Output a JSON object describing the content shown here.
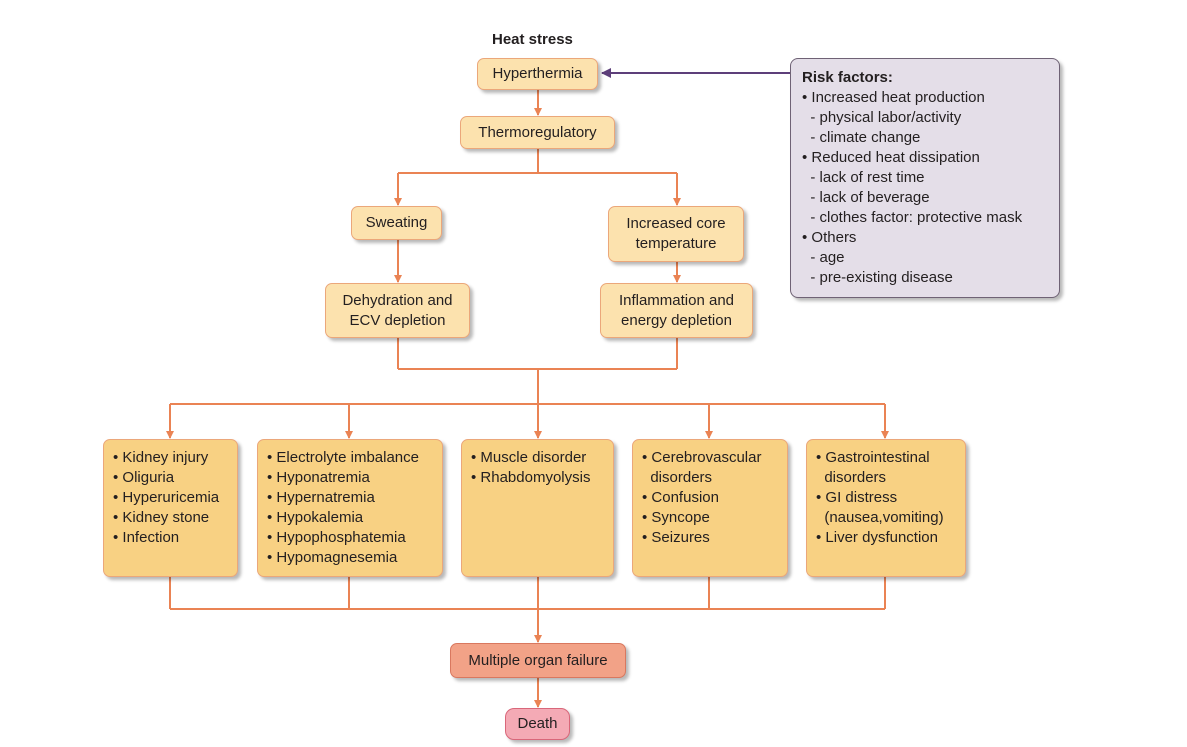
{
  "title": "Heat stress",
  "nodes": {
    "hyperthermia": "Hyperthermia",
    "thermoregulatory": "Thermoregulatory",
    "sweating": "Sweating",
    "core_temp": [
      "Increased core",
      "temperature"
    ],
    "dehydration": [
      "Dehydration and",
      "ECV depletion"
    ],
    "inflammation": [
      "Inflammation and",
      "energy depletion"
    ],
    "organ_failure": "Multiple organ failure",
    "death": "Death"
  },
  "outcomes": [
    [
      "• Kidney injury",
      "• Oliguria",
      "• Hyperuricemia",
      "• Kidney stone",
      "• Infection"
    ],
    [
      "• Electrolyte imbalance",
      "• Hyponatremia",
      "• Hypernatremia",
      "• Hypokalemia",
      "• Hypophosphatemia",
      "• Hypomagnesemia"
    ],
    [
      "• Muscle disorder",
      "• Rhabdomyolysis"
    ],
    [
      "• Cerebrovascular",
      "  disorders",
      "• Confusion",
      "• Syncope",
      "• Seizures"
    ],
    [
      "• Gastrointestinal",
      "  disorders",
      "• GI distress",
      "  (nausea,vomiting)",
      "• Liver dysfunction"
    ]
  ],
  "risk_factors": {
    "heading": "Risk factors:",
    "lines": [
      "• Increased heat production",
      "  - physical labor/activity",
      "  - climate change",
      "• Reduced heat dissipation",
      "  - lack of rest time",
      "  - lack of beverage",
      "  - clothes factor: protective mask",
      "• Others",
      "  - age",
      "  - pre-existing disease"
    ]
  },
  "colors": {
    "connector": "#ea8354",
    "risk_arrow": "#5d3f7a",
    "box_light": "#fce2ae",
    "box_dark": "#f8d183",
    "organ_failure": "#f2a287",
    "death": "#f4aab5",
    "risk_fill": "#e4dee8"
  }
}
